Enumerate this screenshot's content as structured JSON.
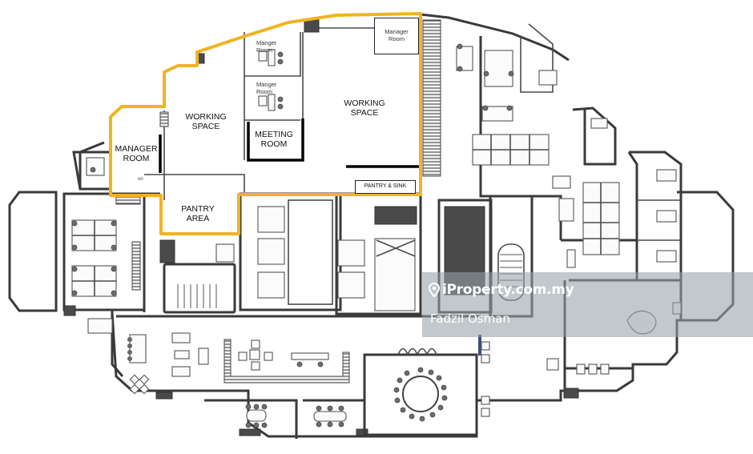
{
  "floor_plan": {
    "highlight_color": "#f0b323",
    "rooms": {
      "manager_room_left": "MANAGER ROOM",
      "working_space_left": "WORKING SPACE",
      "manager_room_upper": "Manger Room",
      "manager_room_middle": "Manger Room",
      "manager_room_corner": "Manager Room",
      "meeting_room": "MEETING ROOM",
      "working_space_main": "WORKING SPACE",
      "pantry_sink": "PANTRY & SINK",
      "pantry_area": "PANTRY AREA"
    },
    "small_text": {
      "door_mark": "on"
    }
  },
  "watermark": {
    "brand_icon": "location-pin-icon",
    "brand": "iProperty.com.my",
    "agent": "Fadzil Osman"
  }
}
